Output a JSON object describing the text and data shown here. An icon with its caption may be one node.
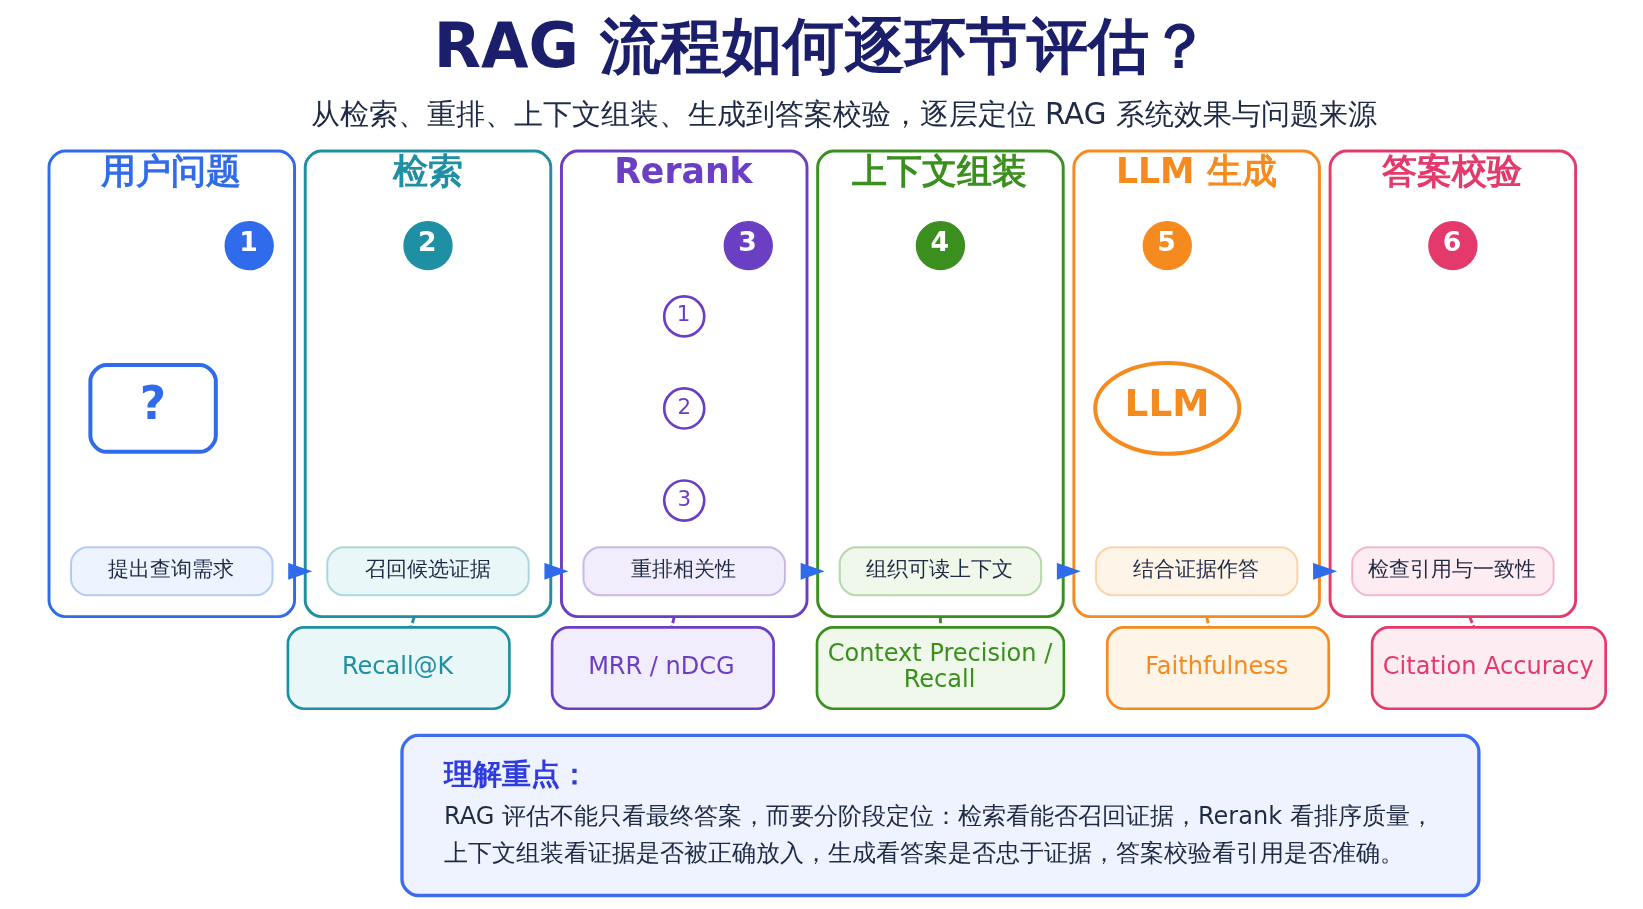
{
  "diagram": {
    "title": "RAG 流程如何逐环节评估？",
    "nodes": [
      {
        "text": [
          "用户问题"
        ]
      },
      {
        "text": [
          "1"
        ],
        "in": 0
      },
      {
        "text": [
          "?"
        ],
        "in": 0
      },
      {
        "text": [
          "提出查询需求"
        ],
        "in": 0
      },
      {
        "text": [
          "检索"
        ]
      },
      {
        "text": [
          "2"
        ],
        "in": 4
      },
      {
        "text": [
          "召回候选证据"
        ],
        "in": 4
      },
      {
        "text": [
          "Rerank"
        ]
      },
      {
        "text": [
          "3"
        ],
        "in": 7
      },
      {
        "text": [
          "1"
        ],
        "in": 7
      },
      {
        "text": [
          "2"
        ],
        "in": 7
      },
      {
        "text": [
          "3"
        ],
        "in": 7
      },
      {
        "text": [
          "重排相关性"
        ],
        "in": 7
      },
      {
        "text": [
          "上下文组装"
        ]
      },
      {
        "text": [
          "4"
        ],
        "in": 13
      },
      {
        "text": [
          "组织可读上下文"
        ],
        "in": 13
      },
      {
        "text": [
          "LLM 生成"
        ]
      },
      {
        "text": [
          "5"
        ],
        "in": 16
      },
      {
        "text": [
          "LLM"
        ],
        "in": 16
      },
      {
        "text": [
          "结合证据作答"
        ],
        "in": 16
      },
      {
        "text": [
          "答案校验"
        ]
      },
      {
        "text": [
          "6"
        ],
        "in": 20
      },
      {
        "text": [
          "检查引用与一致性"
        ],
        "in": 20
      },
      {
        "text": [
          "Recall@K"
        ]
      },
      {
        "text": [
          "MRR / nDCG"
        ]
      },
      {
        "text": [
          "Context Precision / Recall"
        ]
      },
      {
        "text": [
          "Faithfulness"
        ]
      },
      {
        "text": [
          "Citation Accuracy"
        ]
      },
      {
        "text": [
          "理解重点：",
          "RAG 评估不能只看最终答案，而要分阶段定位：检索看能否召回证据，Rerank 看排序质量，上下文组装看证据是否被正确放入，生成看答案是否忠于证据，答案校验看引用是否准确。"
        ]
      }
    ],
    "edges": [
      {
        "from": 0,
        "to": 4,
        "arrow": "to"
      },
      {
        "from": 4,
        "to": 7,
        "arrow": "to"
      },
      {
        "from": 7,
        "to": 13,
        "arrow": "to"
      },
      {
        "from": 13,
        "to": 16,
        "arrow": "to"
      },
      {
        "from": 16,
        "to": 20,
        "arrow": "to"
      },
      {
        "from": 4,
        "to": 23,
        "arrow": "none",
        "style": "dashed",
        "color": "#1f8fa3"
      },
      {
        "from": 7,
        "to": 24,
        "arrow": "none",
        "style": "dashed",
        "color": "#6b3fc4"
      },
      {
        "from": 13,
        "to": 25,
        "arrow": "none",
        "style": "dashed",
        "color": "#3a8f1e"
      },
      {
        "from": 16,
        "to": 26,
        "arrow": "none",
        "style": "dashed",
        "color": "#f58a1f"
      },
      {
        "from": 20,
        "to": 27,
        "arrow": "none",
        "style": "dashed",
        "color": "#e33a6b"
      }
    ],
    "labels": [
      "从检索、重排、上下文组装、生成到答案校验，逐层定位 RAG 系统效果与问题来源"
    ]
  }
}
